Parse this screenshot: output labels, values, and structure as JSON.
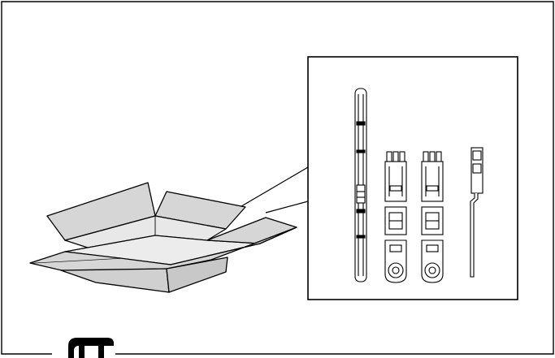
{
  "figure": {
    "description_visible_text": "",
    "footer_symbol": "n-shaped-logo-mark",
    "colors": {
      "line": "#000000",
      "box_fill": "#d6d6d6",
      "box_inner": "#e6e6e6",
      "part_fill": "#ffffff",
      "background": "#ffffff"
    },
    "parts": [
      {
        "name": "long-rail-part"
      },
      {
        "name": "clip-bracket-part-left"
      },
      {
        "name": "clip-bracket-part-right"
      },
      {
        "name": "hook-strip-part"
      }
    ]
  }
}
